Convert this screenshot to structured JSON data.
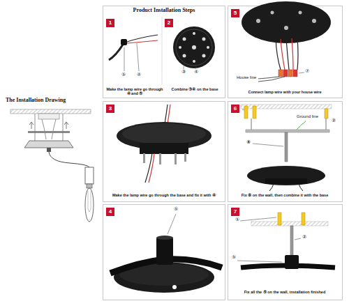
{
  "diagram": {
    "title": "Product Installation Steps",
    "nodes": [
      {
        "text": [
          "1"
        ]
      },
      {
        "text": [
          "2"
        ]
      },
      {
        "text": [
          "5"
        ]
      },
      {
        "text": [
          "3"
        ]
      },
      {
        "text": [
          "6"
        ]
      },
      {
        "text": [
          "4"
        ]
      },
      {
        "text": [
          "7"
        ]
      }
    ],
    "labels": [
      "The Installation Drawing",
      "⑤",
      "④",
      "③",
      "④",
      "Make the lamp wire go through ④ and ⑤",
      "Combine ③④ on the base",
      "House line",
      "⑦",
      "Connect lamp wire with your house wire",
      "Make the lamp wire go through the base and fix it with ④",
      "①",
      "Ground line",
      "②",
      "⑧",
      "Fix ⑧ on the wall, then combine it with the base",
      "⑤",
      "①",
      "②",
      "⑤",
      "Fix all the ⑤ on the wall, installation finished"
    ]
  }
}
